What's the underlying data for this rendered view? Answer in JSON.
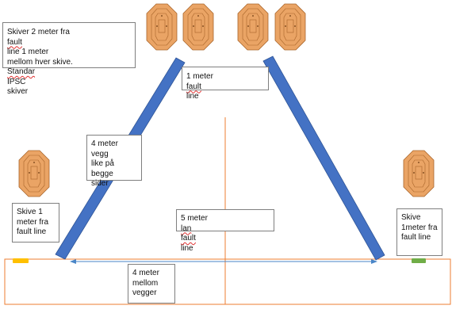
{
  "colors": {
    "wall": "#4472c4",
    "wall_edge": "#2f5597",
    "target_fill": "#eaa465",
    "target_stroke": "#a9652a",
    "fault_line": "#ed7d31",
    "start_left": "#ffc000",
    "start_right": "#70ad47",
    "measure": "#4a86c8"
  },
  "labels": {
    "target_note": {
      "line1_a": "Skiver 2 meter fra ",
      "line1_b": "fault",
      "line1_c": " line 1 meter",
      "line2_a": "mellom hver skive. ",
      "line2_b": "Standar",
      "line2_c": " IPSC",
      "line3": "skiver"
    },
    "top_fault": {
      "a": "1 meter ",
      "b": "fault",
      "c": " line"
    },
    "wall_note": {
      "line1": "4 meter vegg",
      "line2": "like på begge",
      "line3": "sider"
    },
    "left_target": {
      "line1": "Skive 1",
      "line2": "meter fra",
      "line3": "fault line"
    },
    "center_fault": {
      "a": "5 meter ",
      "b": "lan",
      "c": " ",
      "d": "fault",
      "e": " line"
    },
    "right_target": {
      "line1": "Skive",
      "line2": "1meter fra",
      "line3": "fault line"
    },
    "bottom_measure": {
      "line1": "4 meter",
      "line2": "mellom",
      "line3": "vegger"
    }
  },
  "icons": {
    "target": "ipsc-target-icon"
  }
}
